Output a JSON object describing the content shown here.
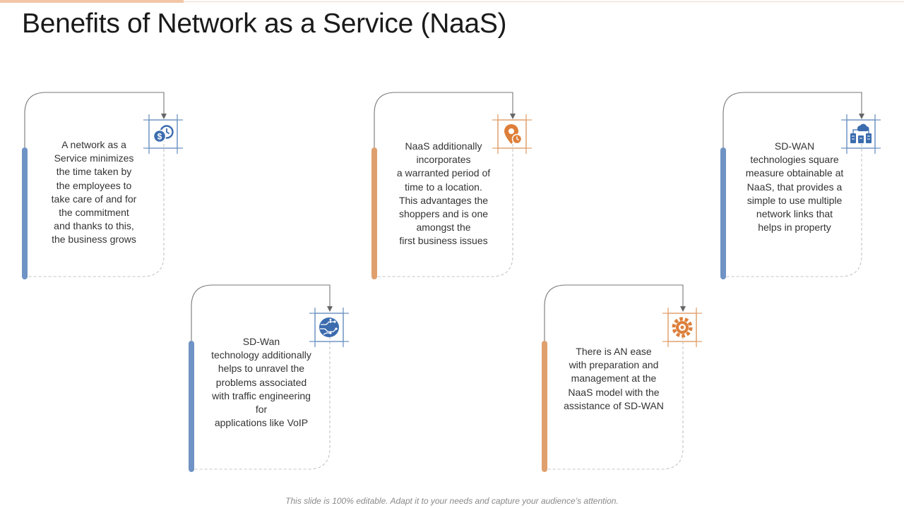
{
  "page": {
    "title": "Benefits of Network as a Service (NaaS)",
    "footer": "This slide is 100% editable. Adapt it to your needs and capture your audience’s attention."
  },
  "colors": {
    "blue": "#6f93c4",
    "orange": "#e0a06d",
    "blue_icon": "#3b6cae",
    "orange_icon": "#dd7f3a"
  },
  "cards": [
    {
      "icon": "dollar-clock-icon",
      "color": "blue",
      "lines": [
        "A network as a",
        "Service minimizes",
        "the time taken by",
        "the employees to",
        "take care of and for",
        "the commitment",
        "and thanks to this,",
        "the business grows"
      ]
    },
    {
      "icon": "location-clock-icon",
      "color": "orange",
      "lines": [
        "NaaS additionally",
        "incorporates",
        "a warranted period of",
        "time to a location.",
        "This advantages the",
        "shoppers and is one",
        "amongst the",
        "first business issues"
      ]
    },
    {
      "icon": "network-devices-icon",
      "color": "blue",
      "lines": [
        "SD-WAN",
        "technologies square",
        "measure obtainable at",
        "NaaS, that provides a",
        "simple to use multiple",
        "network links that",
        "helps in property"
      ]
    },
    {
      "icon": "circuit-globe-icon",
      "color": "blue",
      "lines": [
        "SD-Wan",
        "technology additionally",
        "helps to unravel the",
        "problems associated",
        "with traffic engineering",
        "for",
        "applications like VoIP"
      ]
    },
    {
      "icon": "gear-icon",
      "color": "orange",
      "lines": [
        "There is AN ease",
        "with preparation and",
        "management at the",
        "NaaS model with the",
        "assistance of SD-WAN"
      ]
    }
  ]
}
